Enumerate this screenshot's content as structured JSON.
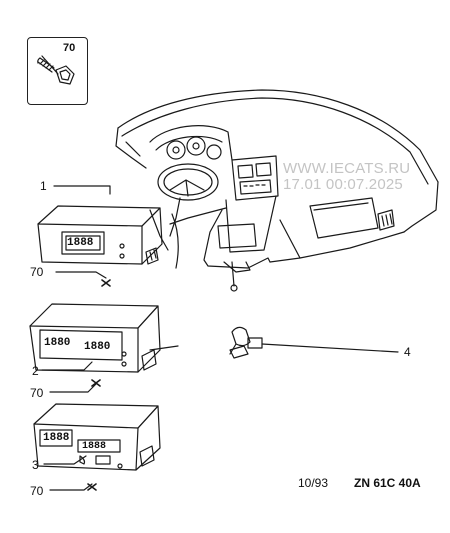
{
  "callouts": {
    "part_1": "1",
    "part_2": "2",
    "part_3": "3",
    "part_4": "4",
    "screw_a": "70",
    "screw_b": "70",
    "screw_c": "70",
    "inset_screw": "70"
  },
  "watermark": {
    "site": "WWW.IECATS.RU",
    "dates": "17.01 00:07.2025"
  },
  "footer": {
    "date": "10/93",
    "reference": "ZN 61C 40A"
  },
  "display_digits": {
    "unit1_main": "1888",
    "unit2_left": "1880",
    "unit2_right": "1880",
    "unit3_top": "1888",
    "unit3_mid": "1888"
  }
}
